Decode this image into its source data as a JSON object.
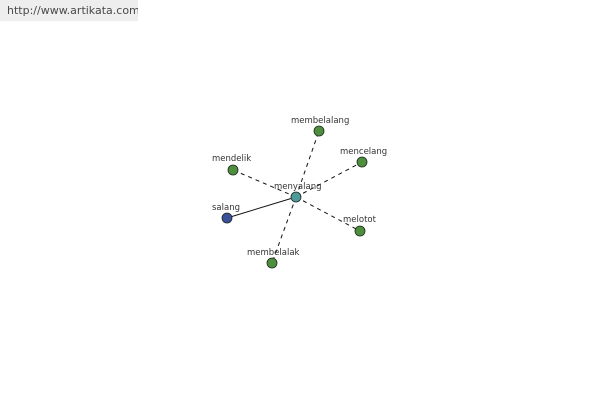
{
  "source": {
    "url_text": "http://www.artikata.com"
  },
  "colors": {
    "center_node": "#4f9a9a",
    "related_node": "#4e8f3e",
    "synonym_node": "#3c4f9a",
    "node_stroke": "#1e2a1e",
    "edge": "#111111"
  },
  "graph": {
    "center": {
      "id": "menyalang",
      "label": "menyalang",
      "kind": "center"
    },
    "nodes": [
      {
        "id": "membelalang",
        "label": "membelalang",
        "kind": "related",
        "link": "dashed"
      },
      {
        "id": "mencelang",
        "label": "mencelang",
        "kind": "related",
        "link": "dashed"
      },
      {
        "id": "mendelik",
        "label": "mendelik",
        "kind": "related",
        "link": "dashed"
      },
      {
        "id": "salang",
        "label": "salang",
        "kind": "synonym",
        "link": "solid"
      },
      {
        "id": "melotot",
        "label": "melotot",
        "kind": "related",
        "link": "dashed"
      },
      {
        "id": "membelalak",
        "label": "membelalak",
        "kind": "related",
        "link": "dashed"
      }
    ]
  }
}
